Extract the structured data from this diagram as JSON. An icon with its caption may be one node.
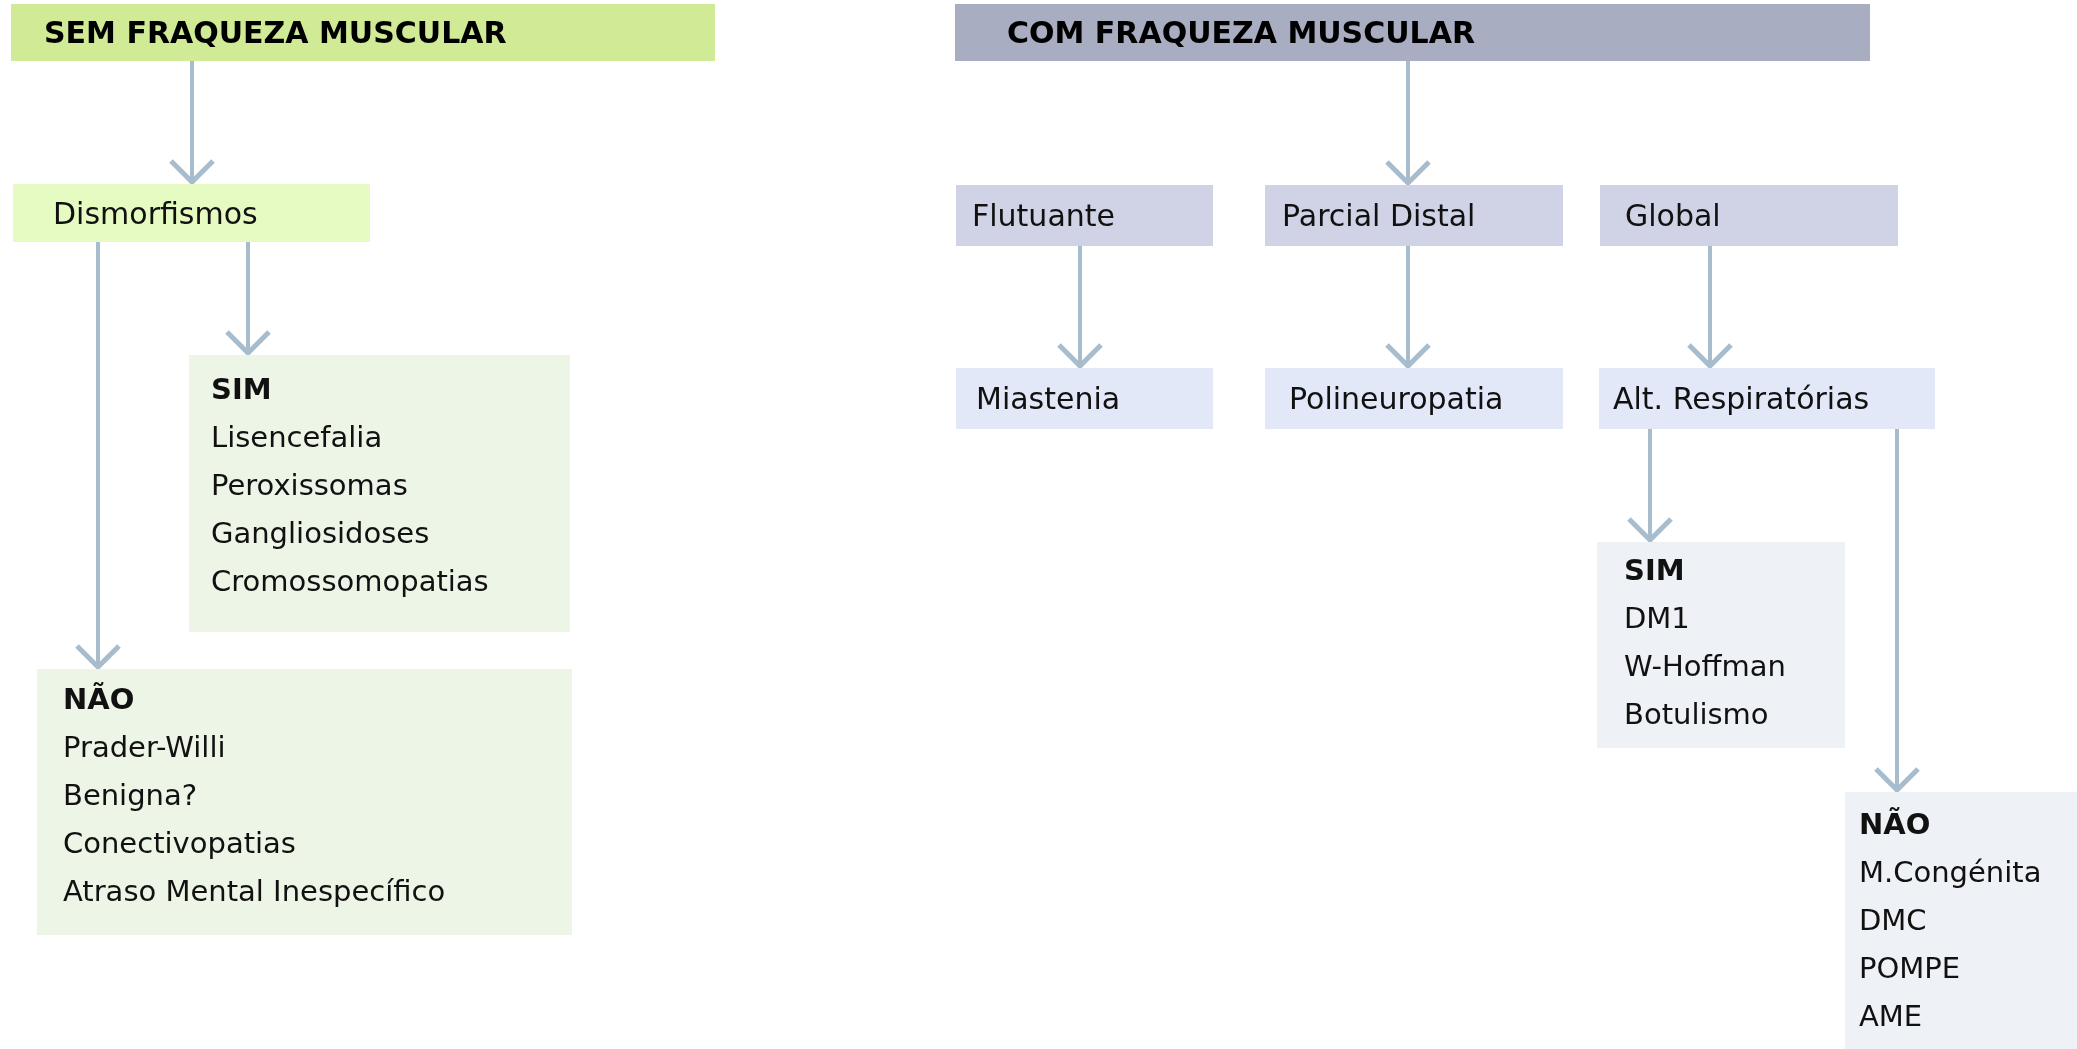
{
  "diagram": {
    "nodes": [
      {
        "text": [
          "SEM FRAQUEZA MUSCULAR"
        ]
      },
      {
        "text": [
          "COM FRAQUEZA MUSCULAR"
        ]
      },
      {
        "text": [
          "Dismorfismos"
        ]
      },
      {
        "text": [
          "SIM",
          "Lisencefalia",
          "Peroxissomas",
          "Gangliosidoses",
          "Cromossomopatias"
        ]
      },
      {
        "text": [
          "NÃO",
          "Prader-Willi",
          "Benigna?",
          "Conectivopatias",
          "Atraso Mental Inespecífico"
        ]
      },
      {
        "text": [
          "Flutuante"
        ]
      },
      {
        "text": [
          "Parcial Distal"
        ]
      },
      {
        "text": [
          "Global"
        ]
      },
      {
        "text": [
          "Miastenia"
        ]
      },
      {
        "text": [
          "Polineuropatia"
        ]
      },
      {
        "text": [
          "Alt. Respiratórias"
        ]
      },
      {
        "text": [
          "SIM",
          "DM1",
          "W-Hoffman",
          "Botulismo"
        ]
      },
      {
        "text": [
          "NÃO",
          "M.Congénita",
          "DMC",
          "POMPE",
          "AME"
        ]
      }
    ],
    "edges": [
      {
        "from": 0,
        "to": 2,
        "arrow": "to"
      },
      {
        "from": 2,
        "to": 3,
        "arrow": "to"
      },
      {
        "from": 2,
        "to": 4,
        "arrow": "to"
      },
      {
        "from": 1,
        "to": 6,
        "arrow": "to"
      },
      {
        "from": 5,
        "to": 8,
        "arrow": "to"
      },
      {
        "from": 6,
        "to": 9,
        "arrow": "to"
      },
      {
        "from": 7,
        "to": 10,
        "arrow": "to"
      },
      {
        "from": 10,
        "to": 11,
        "arrow": "to"
      },
      {
        "from": 10,
        "to": 12,
        "arrow": "to"
      }
    ]
  }
}
